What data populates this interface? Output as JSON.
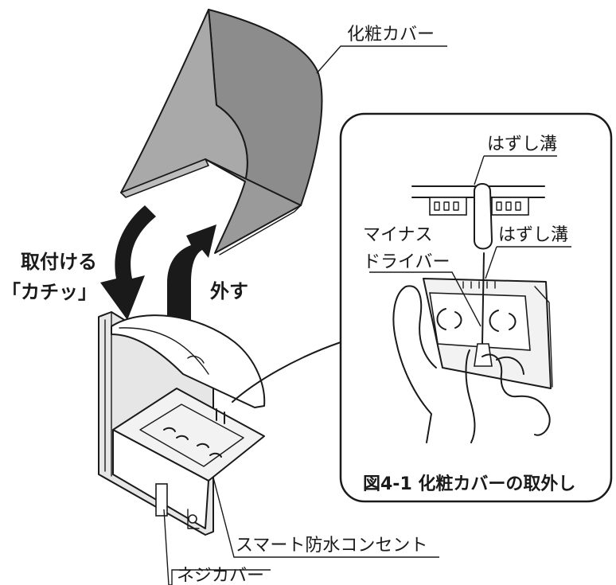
{
  "labels": {
    "decorative_cover": "化粧カバー",
    "removal_groove_top": "はずし溝",
    "flathead_line1": "マイナス",
    "flathead_line2": "ドライバー",
    "removal_groove_mid": "はずし溝",
    "attach": "取付ける",
    "click": "「カチッ」",
    "remove": "外す",
    "smart_outlet": "スマート防水コンセント",
    "screw_cover": "ネジカバー",
    "figure_caption": "図4-1 化粧カバーの取外し"
  },
  "colors": {
    "ink": "#1a1a1a",
    "cover_fill": "#a9a9a9",
    "cover_dark": "#8c8c8c",
    "panel_light": "#e6e6e6",
    "arrow": "#1a1a1a"
  }
}
